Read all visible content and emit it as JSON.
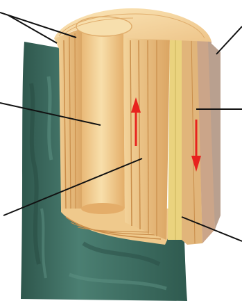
{
  "diagram": {
    "subject": "tree-trunk-cross-section",
    "labels": [],
    "arrows": [
      {
        "id": "arrow-up",
        "direction": "up",
        "color": "#e8231e"
      },
      {
        "id": "arrow-down",
        "direction": "down",
        "color": "#e8231e"
      }
    ],
    "colors": {
      "bark": "#3f6e63",
      "bark_dark": "#2c5248",
      "wood_light": "#f6d9a0",
      "wood_mid": "#e8b874",
      "wood_dark": "#c98d4a",
      "heartwood": "#f2cf8e",
      "phloem": "#e4d27a",
      "outer_bark": "#c9a68a",
      "leader_line": "#111111"
    }
  }
}
